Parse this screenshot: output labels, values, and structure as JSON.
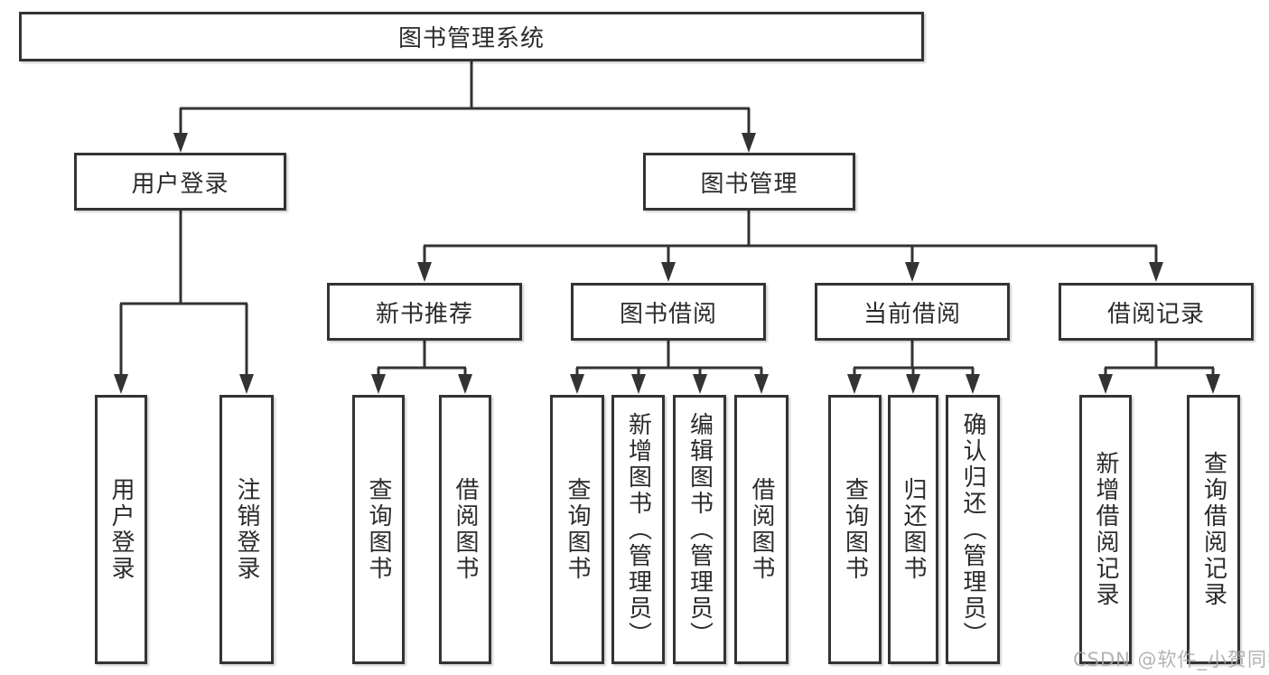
{
  "diagram": {
    "title": "图书管理系统",
    "branches": [
      {
        "label": "用户登录",
        "leaves": [
          "用户登录",
          "注销登录"
        ]
      },
      {
        "label": "图书管理",
        "groups": [
          {
            "label": "新书推荐",
            "leaves": [
              "查询图书",
              "借阅图书"
            ]
          },
          {
            "label": "图书借阅",
            "leaves": [
              "查询图书",
              "新增图书（管理员）",
              "编辑图书（管理员）",
              "借阅图书"
            ]
          },
          {
            "label": "当前借阅",
            "leaves": [
              "查询图书",
              "归还图书",
              "确认归还（管理员）"
            ]
          },
          {
            "label": "借阅记录",
            "leaves": [
              "新增借阅记录",
              "查询借阅记录"
            ]
          }
        ]
      }
    ]
  },
  "watermark": "CSDN @软件_小贺同学",
  "colors": {
    "line": "#333333",
    "text": "#2b2b2b",
    "watermark": "#a6a6a6"
  }
}
